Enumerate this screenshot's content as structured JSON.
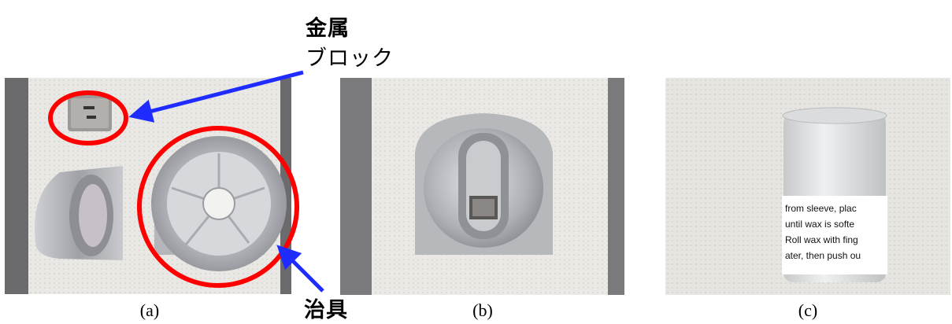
{
  "labels": {
    "metal": "金属",
    "block": "ブロック",
    "jig": "治具"
  },
  "captions": {
    "a": "(a)",
    "b": "(b)",
    "c": "(c)"
  },
  "photo_c": {
    "vial_text": [
      "from sleeve, plac",
      "until wax is softe",
      "Roll wax with fing",
      "ater, then push ou"
    ]
  },
  "colors": {
    "highlight_ring": "#ff0000",
    "arrow": "#1f2cff"
  }
}
